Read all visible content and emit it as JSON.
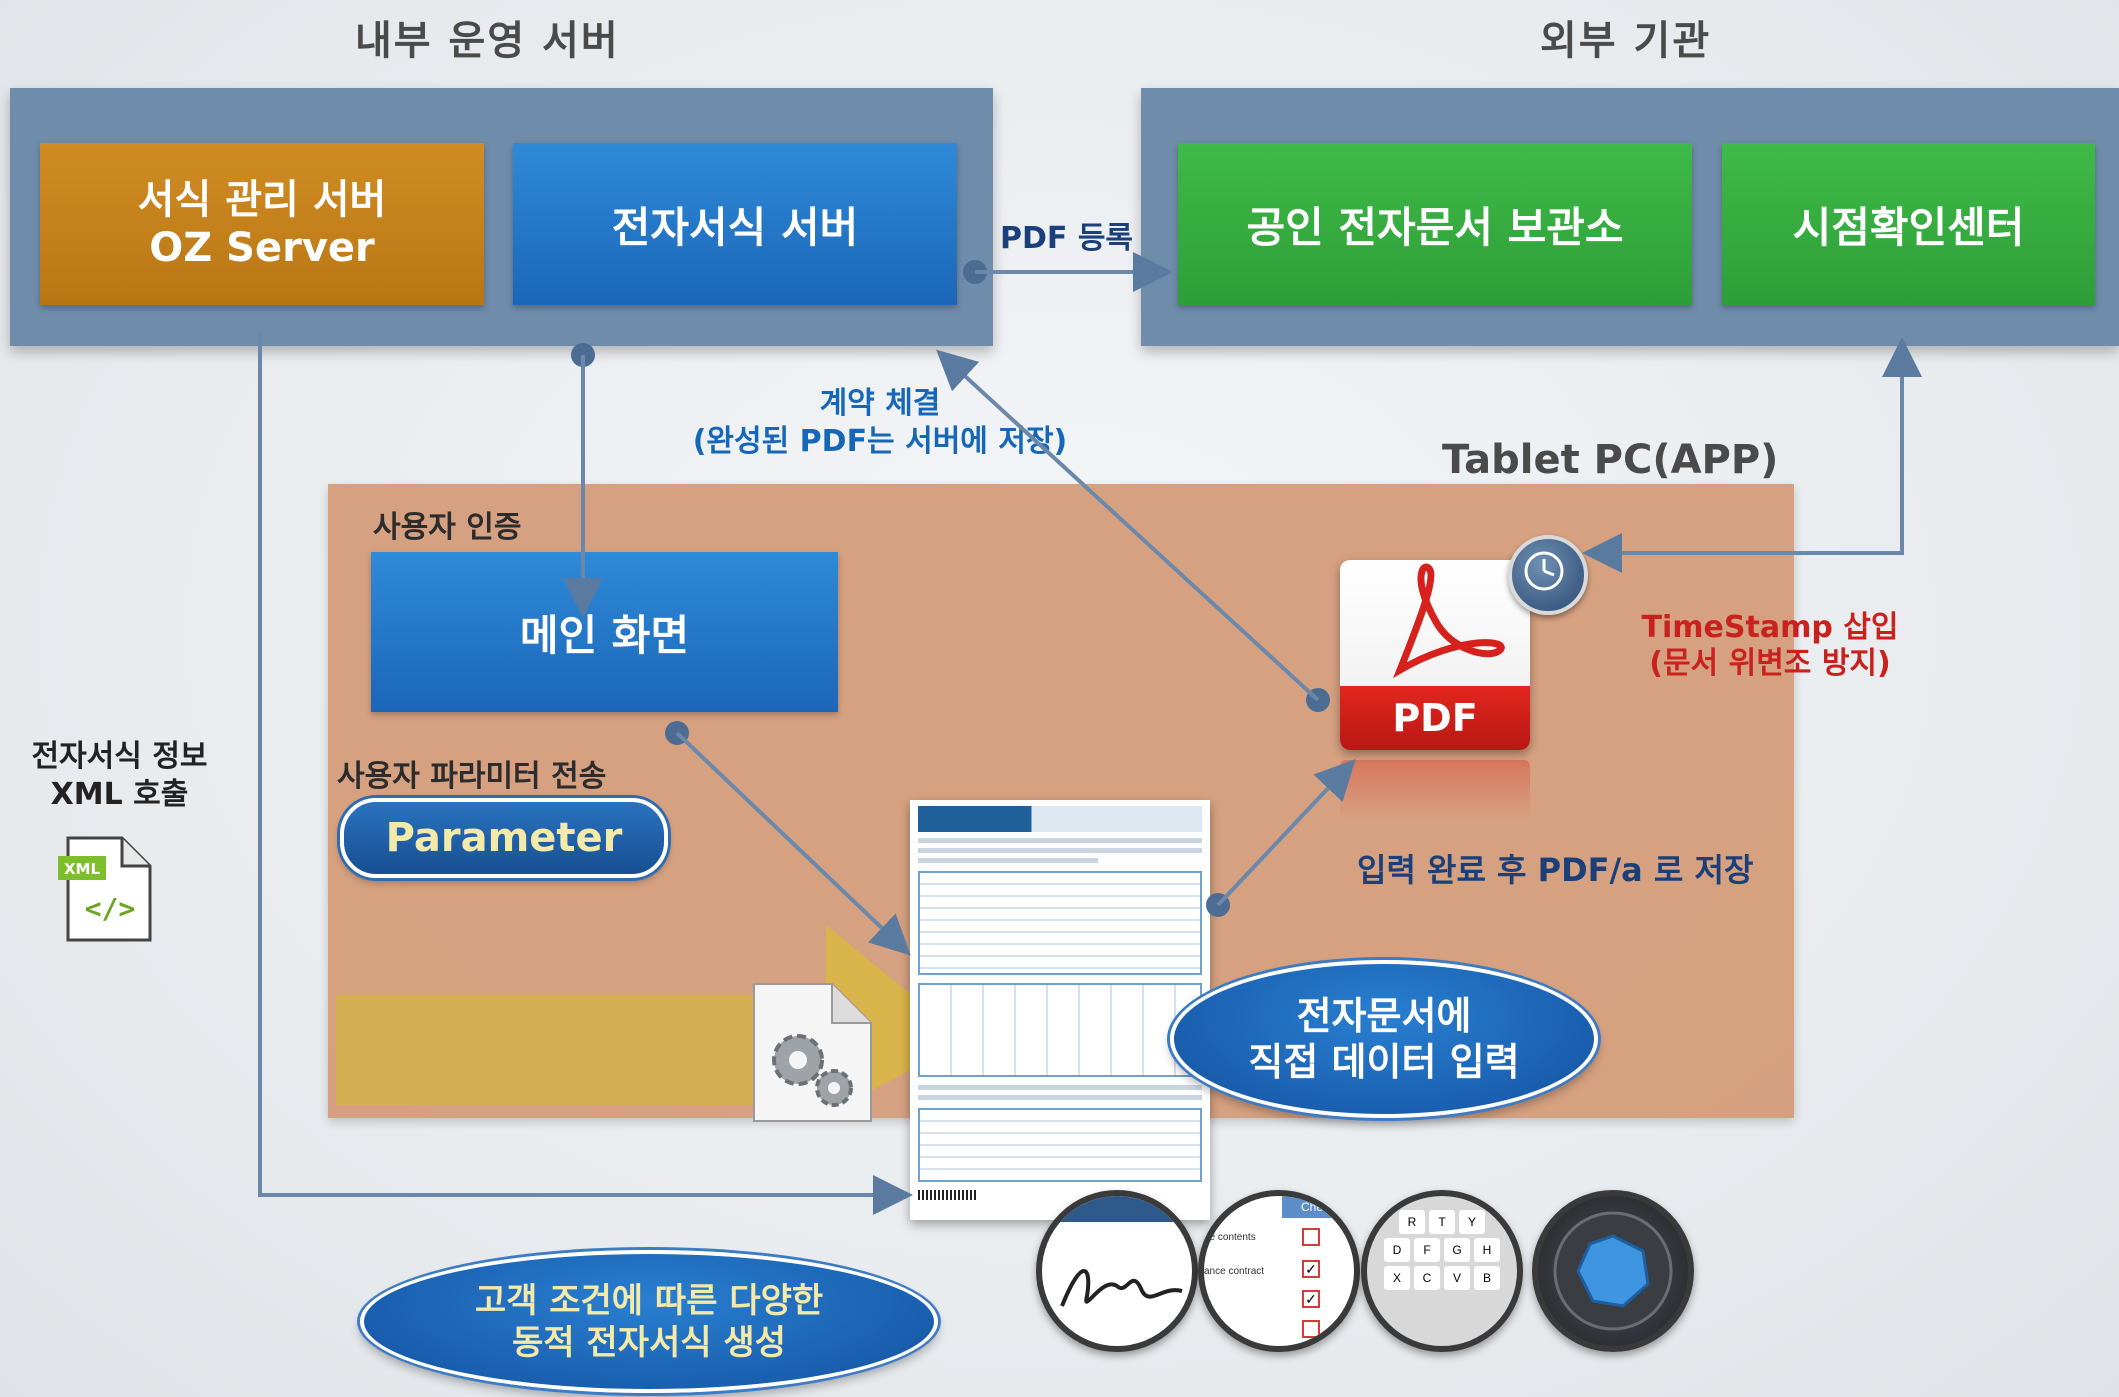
{
  "headers": {
    "internal": "내부 운영 서버",
    "external": "외부 기관",
    "tablet": "Tablet PC(APP)"
  },
  "boxes": {
    "form_mgmt_line1": "서식 관리 서버",
    "form_mgmt_line2": "OZ Server",
    "eform_server": "전자서식 서버",
    "archive": "공인 전자문서 보관소",
    "timestamp_center": "시점확인센터",
    "main_screen": "메인 화면"
  },
  "labels": {
    "pdf_register": "PDF 등록",
    "contract_line1": "계약 체결",
    "contract_line2": "(완성된 PDF는 서버에 저장)",
    "user_auth": "사용자 인증",
    "user_param": "사용자 파라미터 전송",
    "parameter": "Parameter",
    "xml_line1": "전자서식 정보",
    "xml_line2": "XML 호출",
    "timestamp_line1": "TimeStamp 삽입",
    "timestamp_line2": "(문서 위변조 방지)",
    "save_pdfa": "입력 완료 후 PDF/a 로 저장",
    "pdf_icon_text": "PDF",
    "xml_icon_text": "XML",
    "xml_icon_code": "</>"
  },
  "bubbles": {
    "direct_input_line1": "전자문서에",
    "direct_input_line2": "직접 데이터 입력",
    "dynamic_line1": "고객 조건에 따른 다양한",
    "dynamic_line2": "동적 전자서식 생성"
  },
  "features": {
    "checklist_header": "Check",
    "checklist_row1": "he contents",
    "checklist_row2": "ance contract",
    "keyboard_row1": [
      "R",
      "T",
      "Y"
    ],
    "keyboard_row2": [
      "D",
      "F",
      "G",
      "H"
    ],
    "keyboard_row3": [
      "X",
      "C",
      "V",
      "B"
    ]
  },
  "colors": {
    "zone": "#6f8cab",
    "orange": "#c9861c",
    "blue": "#2276c8",
    "green": "#35ac41",
    "tablet": "#d59d7a",
    "label_blue": "#1667b8",
    "label_red": "#c9211e"
  }
}
